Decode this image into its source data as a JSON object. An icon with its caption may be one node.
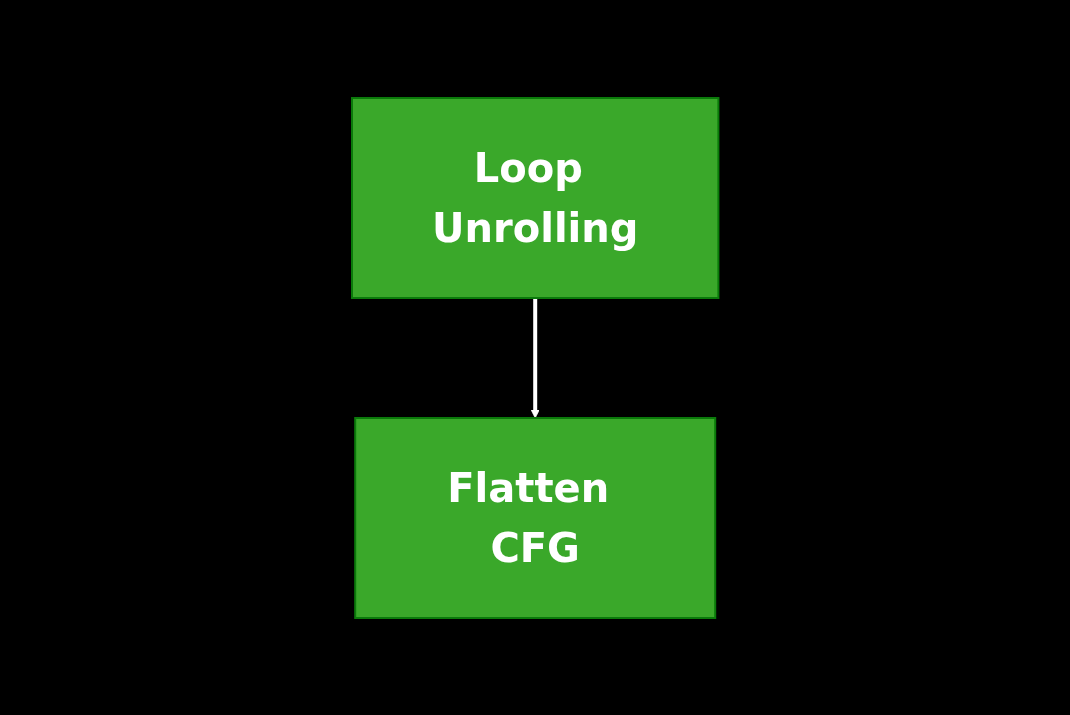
{
  "diagram": {
    "nodes": [
      {
        "text": [
          "Loop Unrolling"
        ]
      },
      {
        "text": [
          "Flatten CFG"
        ]
      }
    ],
    "edges": [
      {
        "from": 0,
        "to": 1,
        "arrow": "to"
      }
    ]
  }
}
